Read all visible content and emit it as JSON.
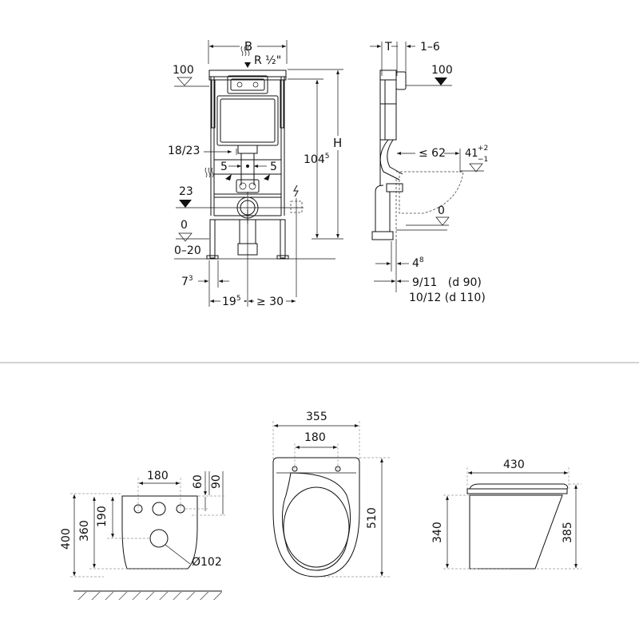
{
  "frame_front": {
    "label_B": "B",
    "label_R": "R ½\"",
    "label_100": "100",
    "label_18_23": "18/23",
    "label_5_left": "5",
    "label_5_right": "5",
    "label_23": "23",
    "label_0": "0",
    "label_0_20": "0–20",
    "label_7_3": "7",
    "label_7_3_sup": "3",
    "label_19_5": "19",
    "label_19_5_sup": "5",
    "label_ge30": "≥ 30",
    "label_104_5": "104",
    "label_104_5_sup": "5",
    "label_H": "H"
  },
  "frame_side": {
    "label_T": "T",
    "label_1_6": "1–6",
    "label_100": "100",
    "label_le62": "≤ 62",
    "label_41": "41",
    "label_41_plus": "+2",
    "label_41_minus": "−1",
    "label_0": "0",
    "label_4_8": "4",
    "label_4_8_sup": "8",
    "label_9_11": "9/11   (d 90)",
    "label_10_12": "10/12 (d 110)"
  },
  "bowl_front": {
    "label_180": "180",
    "label_60": "60",
    "label_90": "90",
    "label_190": "190",
    "label_360": "360",
    "label_400": "400",
    "label_d102": "Ø102"
  },
  "bowl_top": {
    "label_355": "355",
    "label_180": "180",
    "label_510": "510"
  },
  "bowl_side": {
    "label_430": "430",
    "label_340": "340",
    "label_385": "385"
  }
}
